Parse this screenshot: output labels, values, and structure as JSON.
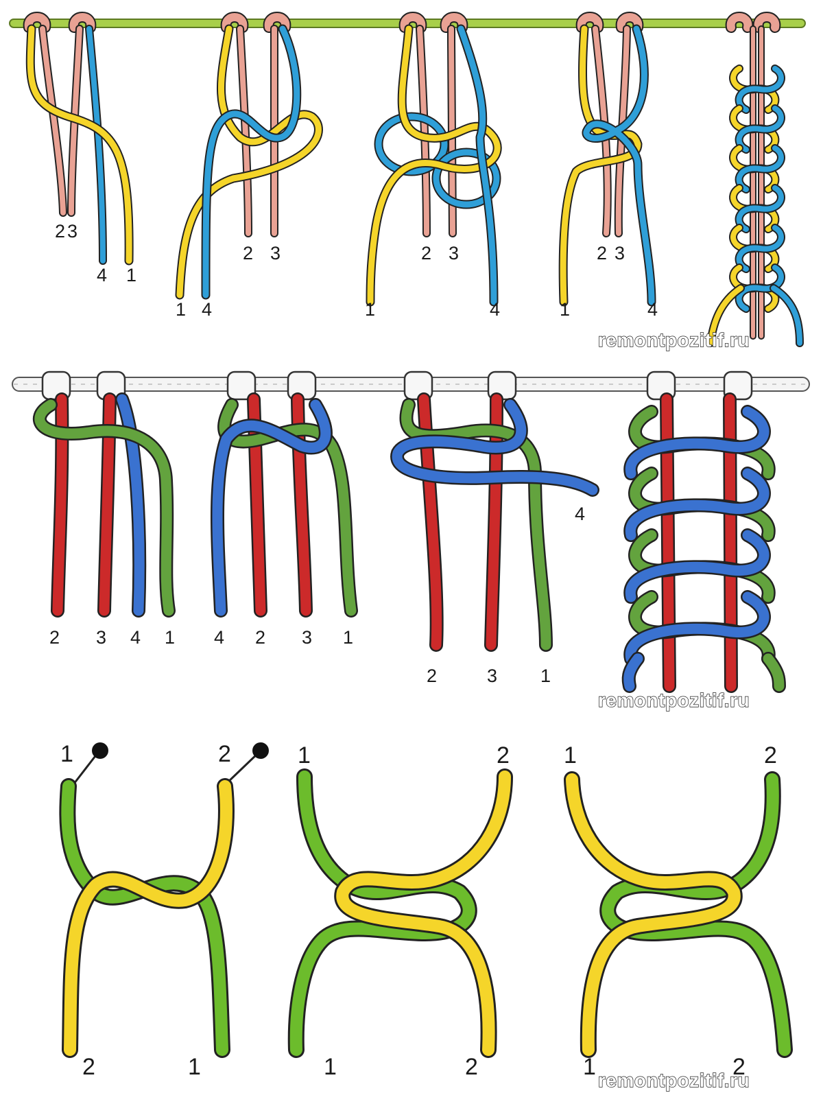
{
  "colors": {
    "yellow": "#f5d52a",
    "pink": "#e9a294",
    "blue_light": "#2f9fd8",
    "lime_bar": "#a8cf4a",
    "red": "#cc2a2a",
    "blue_dark": "#3a72d0",
    "green": "#63a33e",
    "green_bright": "#6cbc2c",
    "outline": "#222222",
    "background": "#ffffff"
  },
  "row1": {
    "steps": [
      {
        "labels": [
          "2",
          "3",
          "4",
          "1"
        ]
      },
      {
        "labels": [
          "2",
          "3",
          "1",
          "4"
        ]
      },
      {
        "labels": [
          "2",
          "3",
          "1",
          "4"
        ]
      },
      {
        "labels": [
          "2",
          "3",
          "1",
          "4"
        ]
      }
    ],
    "watermark": "remontpozitif.ru"
  },
  "row2": {
    "steps": [
      {
        "labels": [
          "2",
          "3",
          "4",
          "1"
        ]
      },
      {
        "labels": [
          "4",
          "2",
          "3",
          "1"
        ]
      },
      {
        "labels": [
          "4",
          "2",
          "3",
          "1"
        ]
      }
    ],
    "watermark": "remontpozitif.ru"
  },
  "row3": {
    "steps": [
      {
        "top_labels": [
          "1",
          "2"
        ],
        "bottom_labels": [
          "2",
          "1"
        ]
      },
      {
        "top_labels": [
          "1",
          "2"
        ],
        "bottom_labels": [
          "1",
          "2"
        ]
      },
      {
        "top_labels": [
          "1",
          "2"
        ],
        "bottom_labels": [
          "1",
          "2"
        ]
      }
    ],
    "watermark": "remontpozitif.ru"
  }
}
